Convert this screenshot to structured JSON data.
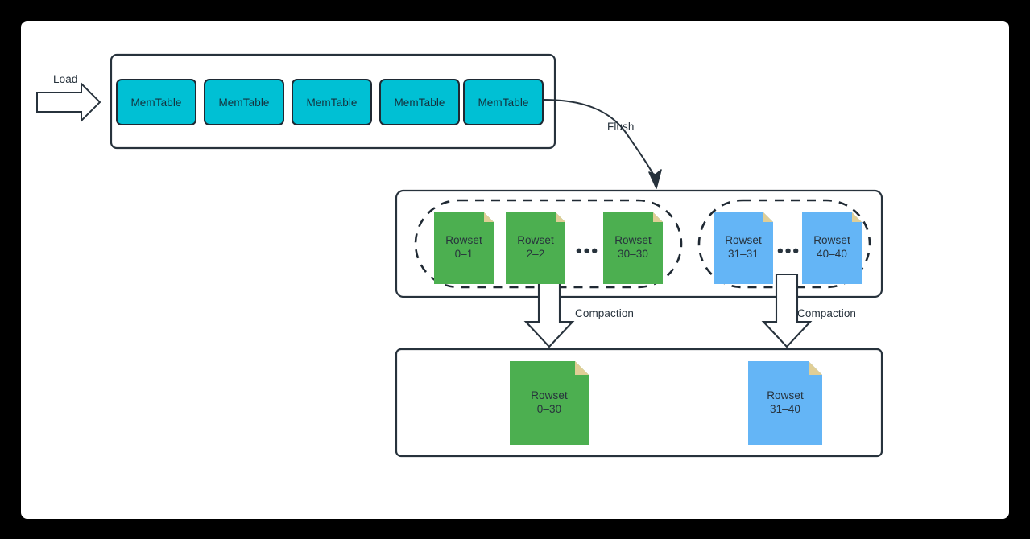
{
  "canvas": {
    "background": "#ffffff",
    "frame_color": "#000000",
    "border_color": "#1f2933"
  },
  "colors": {
    "memtable_fill": "#00C0D4",
    "memtable_stroke": "#1f2933",
    "rowset_green": "#4CAF50",
    "rowset_blue": "#64B5F6",
    "fold_corner": "#E0CE96",
    "stroke": "#27323c",
    "text": "#27323c"
  },
  "flow": {
    "load_label": "Load",
    "flush_label": "Flush",
    "compaction_label_left": "Compaction",
    "compaction_label_right": "Compaction"
  },
  "memtable_container": {
    "name": "memtable-container",
    "items": [
      {
        "label": "MemTable"
      },
      {
        "label": "MemTable"
      },
      {
        "label": "MemTable"
      },
      {
        "label": "MemTable"
      },
      {
        "label": "MemTable"
      }
    ]
  },
  "rowset_container": {
    "name": "rowset-container",
    "groups": [
      {
        "name": "rowset-group-green",
        "color": "#4CAF50",
        "rowsets": [
          {
            "title": "Rowset",
            "range": "0–1"
          },
          {
            "title": "Rowset",
            "range": "2–2"
          },
          {
            "title": "Rowset",
            "range": "30–30"
          }
        ],
        "ellipsis": "•••"
      },
      {
        "name": "rowset-group-blue",
        "color": "#64B5F6",
        "rowsets": [
          {
            "title": "Rowset",
            "range": "31–31"
          },
          {
            "title": "Rowset",
            "range": "40–40"
          }
        ],
        "ellipsis": "•••"
      }
    ]
  },
  "compacted_container": {
    "name": "compacted-rowset-container",
    "rowsets": [
      {
        "title": "Rowset",
        "range": "0–30",
        "color": "#4CAF50"
      },
      {
        "title": "Rowset",
        "range": "31–40",
        "color": "#64B5F6"
      }
    ]
  }
}
